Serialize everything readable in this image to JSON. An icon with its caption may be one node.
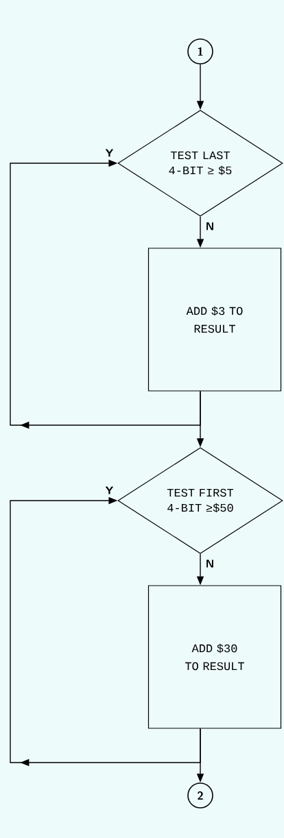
{
  "diagram": {
    "nodes": [
      {
        "text": [
          "1"
        ]
      },
      {
        "text": [
          "TEST LAST 4-BIT ≥ $5"
        ]
      },
      {
        "text": [
          "ADD $3 TO RESULT"
        ]
      },
      {
        "text": [
          "TEST FIRST 4-BIT ≥$50"
        ]
      },
      {
        "text": [
          "ADD $30 TO RESULT"
        ]
      },
      {
        "text": [
          "2"
        ]
      }
    ],
    "edges": [
      {
        "from": 0,
        "to": 1,
        "arrow": "to"
      },
      {
        "from": 1,
        "to": 2,
        "arrow": "to",
        "label": "N"
      },
      {
        "from": 2,
        "to": 1,
        "arrow": "to",
        "label": "Y"
      },
      {
        "from": 2,
        "to": 3,
        "arrow": "to"
      },
      {
        "from": 3,
        "to": 4,
        "arrow": "to",
        "label": "N"
      },
      {
        "from": 4,
        "to": 3,
        "arrow": "to",
        "label": "Y"
      },
      {
        "from": 4,
        "to": 5,
        "arrow": "to"
      }
    ]
  }
}
